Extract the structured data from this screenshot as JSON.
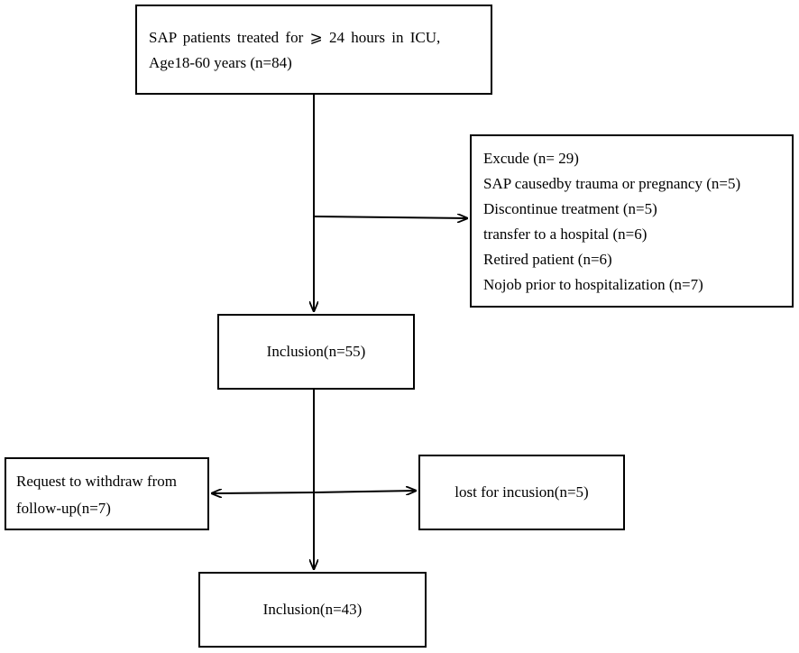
{
  "nodes": {
    "start": {
      "line1": "SAP patients treated for ⩾ 24 hours in ICU,",
      "line2": "Age18-60 years (n=84)"
    },
    "exclude": {
      "header": "Excude (n= 29)",
      "items": [
        "SAP causedby trauma or pregnancy (n=5)",
        "Discontinue treatment (n=5)",
        "transfer to a hospital (n=6)",
        "Retired patient (n=6)",
        "Nojob prior to hospitalization (n=7)"
      ]
    },
    "inclusion_1": {
      "label": "Inclusion(n=55)"
    },
    "withdraw": {
      "line1": "Request to withdraw from",
      "line2": "follow-up(n=7)"
    },
    "lost": {
      "label": "lost for incusion(n=5)"
    },
    "inclusion_2": {
      "label": "Inclusion(n=43)"
    }
  },
  "edges": [
    {
      "from": "start",
      "to": "inclusion_1"
    },
    {
      "from": "start",
      "to": "exclude"
    },
    {
      "from": "inclusion_1",
      "to": "inclusion_2"
    },
    {
      "from": "inclusion_1",
      "to": "withdraw"
    },
    {
      "from": "inclusion_1",
      "to": "lost"
    }
  ],
  "colors": {
    "stroke": "#000000",
    "background": "#ffffff"
  }
}
